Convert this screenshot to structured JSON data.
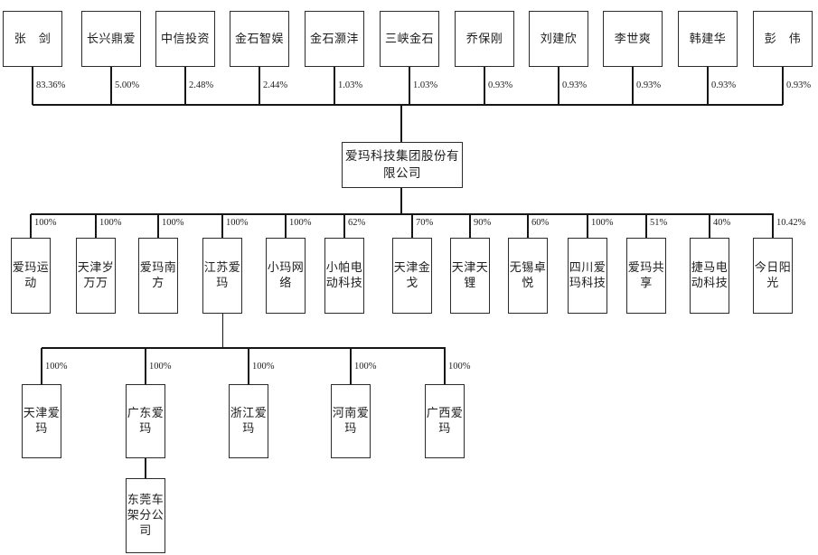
{
  "root": {
    "name": "爱玛科技集团股份有限公司"
  },
  "shareholders": [
    {
      "name": "张　剑",
      "pct": "83.36%"
    },
    {
      "name": "长兴鼎爱",
      "pct": "5.00%"
    },
    {
      "name": "中信投资",
      "pct": "2.48%"
    },
    {
      "name": "金石智娱",
      "pct": "2.44%"
    },
    {
      "name": "金石灏沣",
      "pct": "1.03%"
    },
    {
      "name": "三峡金石",
      "pct": "1.03%"
    },
    {
      "name": "乔保刚",
      "pct": "0.93%"
    },
    {
      "name": "刘建欣",
      "pct": "0.93%"
    },
    {
      "name": "李世爽",
      "pct": "0.93%"
    },
    {
      "name": "韩建华",
      "pct": "0.93%"
    },
    {
      "name": "彭　伟",
      "pct": "0.93%"
    }
  ],
  "subsidiaries": [
    {
      "name": "爱玛运动",
      "pct": "100%"
    },
    {
      "name": "天津岁万万",
      "pct": "100%"
    },
    {
      "name": "爱玛南方",
      "pct": "100%"
    },
    {
      "name": "江苏爱玛",
      "pct": "100%"
    },
    {
      "name": "小玛网络",
      "pct": "100%"
    },
    {
      "name": "小帕电动科技",
      "pct": "62%"
    },
    {
      "name": "天津金戈",
      "pct": "70%"
    },
    {
      "name": "天津天锂",
      "pct": "90%"
    },
    {
      "name": "无锡卓悦",
      "pct": "60%"
    },
    {
      "name": "四川爱玛科技",
      "pct": "100%"
    },
    {
      "name": "爱玛共享",
      "pct": "51%"
    },
    {
      "name": "捷马电动科技",
      "pct": "40%"
    },
    {
      "name": "今日阳光",
      "pct": "10.42%"
    }
  ],
  "jiangsu_children": [
    {
      "name": "天津爱玛",
      "pct": "100%"
    },
    {
      "name": "广东爱玛",
      "pct": "100%"
    },
    {
      "name": "浙江爱玛",
      "pct": "100%"
    },
    {
      "name": "河南爱玛",
      "pct": "100%"
    },
    {
      "name": "广西爱玛",
      "pct": "100%"
    }
  ],
  "guangdong_children": [
    {
      "name": "东莞车架分公司",
      "pct": ""
    }
  ]
}
